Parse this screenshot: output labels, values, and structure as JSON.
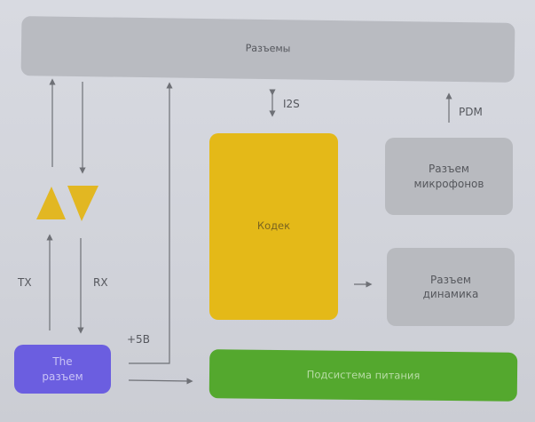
{
  "diagram": {
    "blocks": {
      "connectors_bar": "Разъемы",
      "codec": "Кодек",
      "mic_connector_line1": "Разъем",
      "mic_connector_line2": "микрофонов",
      "speaker_connector_line1": "Разъем",
      "speaker_connector_line2": "динамика",
      "power_subsystem": "Подсистема питания",
      "the_connector_line1": "The",
      "the_connector_line2": "разъем"
    },
    "signals": {
      "i2s": "I2S",
      "pdm": "PDM",
      "tx": "TX",
      "rx": "RX",
      "plus5v": "+5В"
    },
    "colors": {
      "background": "#d3d5dc",
      "gray_block": "#b8babf",
      "codec": "#e4b918",
      "power": "#54a82e",
      "connector": "#6b5ee0",
      "triangles": "#e2b722",
      "lines": "#6e7076"
    }
  }
}
